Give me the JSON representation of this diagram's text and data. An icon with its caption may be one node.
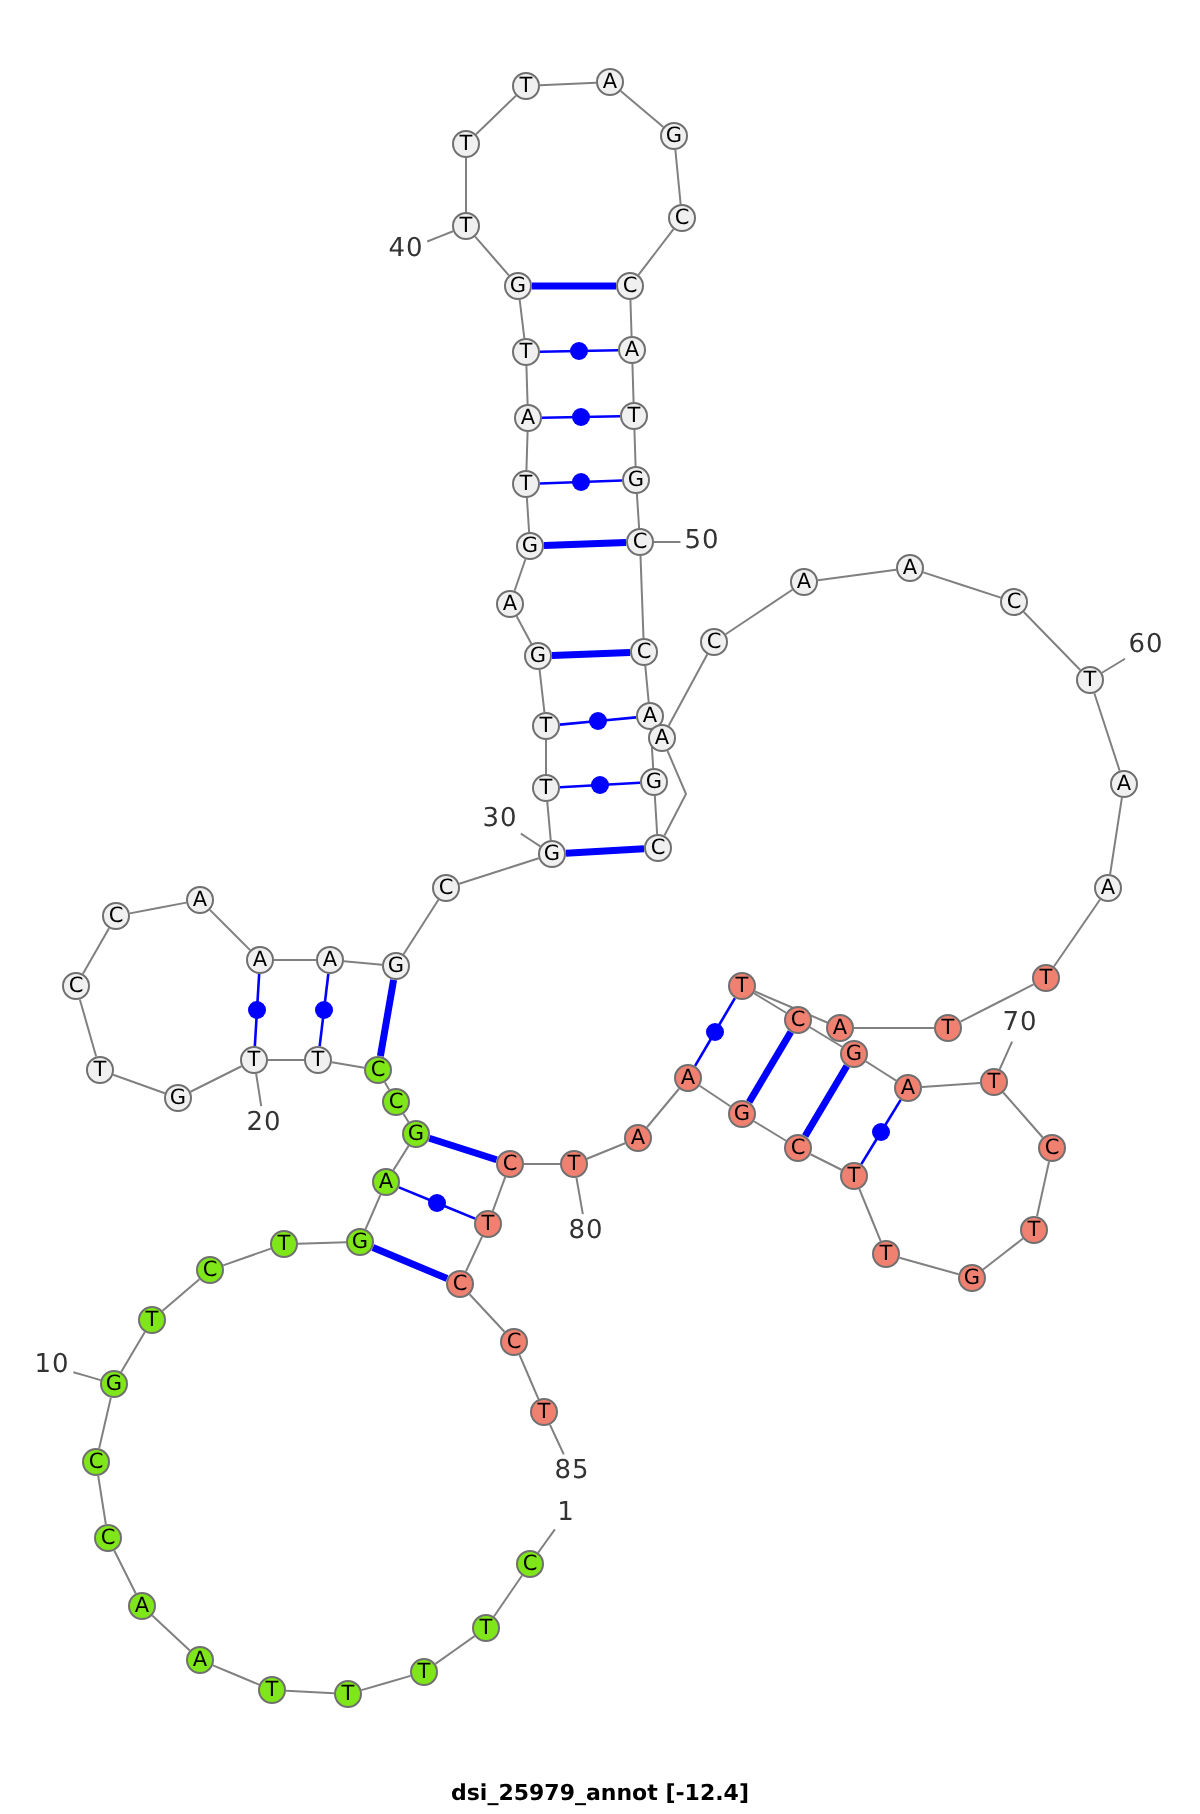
{
  "diagram": {
    "title": "dsi_25979_annot [-12.4]",
    "nodes": [
      {
        "text": [
          "C"
        ]
      },
      {
        "text": [
          "T"
        ]
      },
      {
        "text": [
          "T"
        ]
      },
      {
        "text": [
          "T"
        ]
      },
      {
        "text": [
          "T"
        ]
      },
      {
        "text": [
          "A"
        ]
      },
      {
        "text": [
          "A"
        ]
      },
      {
        "text": [
          "C"
        ]
      },
      {
        "text": [
          "C"
        ]
      },
      {
        "text": [
          "G"
        ]
      },
      {
        "text": [
          "T"
        ]
      },
      {
        "text": [
          "C"
        ]
      },
      {
        "text": [
          "T"
        ]
      },
      {
        "text": [
          "G"
        ]
      },
      {
        "text": [
          "A"
        ]
      },
      {
        "text": [
          "G"
        ]
      },
      {
        "text": [
          "C"
        ]
      },
      {
        "text": [
          "C"
        ]
      },
      {
        "text": [
          "T"
        ]
      },
      {
        "text": [
          "T"
        ]
      },
      {
        "text": [
          "G"
        ]
      },
      {
        "text": [
          "T"
        ]
      },
      {
        "text": [
          "C"
        ]
      },
      {
        "text": [
          "C"
        ]
      },
      {
        "text": [
          "A"
        ]
      },
      {
        "text": [
          "A"
        ]
      },
      {
        "text": [
          "A"
        ]
      },
      {
        "text": [
          "G"
        ]
      },
      {
        "text": [
          "C"
        ]
      },
      {
        "text": [
          "G"
        ]
      },
      {
        "text": [
          "T"
        ]
      },
      {
        "text": [
          "T"
        ]
      },
      {
        "text": [
          "G"
        ]
      },
      {
        "text": [
          "A"
        ]
      },
      {
        "text": [
          "G"
        ]
      },
      {
        "text": [
          "T"
        ]
      },
      {
        "text": [
          "A"
        ]
      },
      {
        "text": [
          "T"
        ]
      },
      {
        "text": [
          "G"
        ]
      },
      {
        "text": [
          "T"
        ]
      },
      {
        "text": [
          "T"
        ]
      },
      {
        "text": [
          "T"
        ]
      },
      {
        "text": [
          "A"
        ]
      },
      {
        "text": [
          "G"
        ]
      },
      {
        "text": [
          "C"
        ]
      },
      {
        "text": [
          "C"
        ]
      },
      {
        "text": [
          "A"
        ]
      },
      {
        "text": [
          "T"
        ]
      },
      {
        "text": [
          "G"
        ]
      },
      {
        "text": [
          "C"
        ]
      },
      {
        "text": [
          "C"
        ]
      },
      {
        "text": [
          "A"
        ]
      },
      {
        "text": [
          "G"
        ]
      },
      {
        "text": [
          "C"
        ]
      },
      {
        "text": [
          "A"
        ]
      },
      {
        "text": [
          "C"
        ]
      },
      {
        "text": [
          "A"
        ]
      },
      {
        "text": [
          "A"
        ]
      },
      {
        "text": [
          "C"
        ]
      },
      {
        "text": [
          "T"
        ]
      },
      {
        "text": [
          "A"
        ]
      },
      {
        "text": [
          "A"
        ]
      },
      {
        "text": [
          "T"
        ]
      },
      {
        "text": [
          "T"
        ]
      },
      {
        "text": [
          "A"
        ]
      },
      {
        "text": [
          "T"
        ]
      },
      {
        "text": [
          "C"
        ]
      },
      {
        "text": [
          "G"
        ]
      },
      {
        "text": [
          "A"
        ]
      },
      {
        "text": [
          "T"
        ]
      },
      {
        "text": [
          "C"
        ]
      },
      {
        "text": [
          "T"
        ]
      },
      {
        "text": [
          "G"
        ]
      },
      {
        "text": [
          "T"
        ]
      },
      {
        "text": [
          "T"
        ]
      },
      {
        "text": [
          "C"
        ]
      },
      {
        "text": [
          "G"
        ]
      },
      {
        "text": [
          "A"
        ]
      },
      {
        "text": [
          "A"
        ]
      },
      {
        "text": [
          "T"
        ]
      },
      {
        "text": [
          "C"
        ]
      },
      {
        "text": [
          "T"
        ]
      },
      {
        "text": [
          "C"
        ]
      },
      {
        "text": [
          "C"
        ]
      },
      {
        "text": [
          "T"
        ]
      },
      {
        "text": [
          "1"
        ]
      },
      {
        "text": [
          "10"
        ]
      },
      {
        "text": [
          "20"
        ]
      },
      {
        "text": [
          "30"
        ]
      },
      {
        "text": [
          "40"
        ]
      },
      {
        "text": [
          "50"
        ]
      },
      {
        "text": [
          "60"
        ]
      },
      {
        "text": [
          "70"
        ]
      },
      {
        "text": [
          "80"
        ]
      },
      {
        "text": [
          "85"
        ]
      }
    ],
    "edges": [
      {
        "from": 0,
        "to": 1,
        "arrow": "none"
      },
      {
        "from": 1,
        "to": 2,
        "arrow": "none"
      },
      {
        "from": 2,
        "to": 3,
        "arrow": "none"
      },
      {
        "from": 3,
        "to": 4,
        "arrow": "none"
      },
      {
        "from": 4,
        "to": 5,
        "arrow": "none"
      },
      {
        "from": 5,
        "to": 6,
        "arrow": "none"
      },
      {
        "from": 6,
        "to": 7,
        "arrow": "none"
      },
      {
        "from": 7,
        "to": 8,
        "arrow": "none"
      },
      {
        "from": 8,
        "to": 9,
        "arrow": "none"
      },
      {
        "from": 9,
        "to": 10,
        "arrow": "none"
      },
      {
        "from": 10,
        "to": 11,
        "arrow": "none"
      },
      {
        "from": 11,
        "to": 12,
        "arrow": "none"
      },
      {
        "from": 12,
        "to": 13,
        "arrow": "none"
      },
      {
        "from": 13,
        "to": 14,
        "arrow": "none"
      },
      {
        "from": 14,
        "to": 15,
        "arrow": "none"
      },
      {
        "from": 15,
        "to": 16,
        "arrow": "none"
      },
      {
        "from": 16,
        "to": 17,
        "arrow": "none"
      },
      {
        "from": 17,
        "to": 18,
        "arrow": "none"
      },
      {
        "from": 18,
        "to": 19,
        "arrow": "none"
      },
      {
        "from": 19,
        "to": 20,
        "arrow": "none"
      },
      {
        "from": 20,
        "to": 21,
        "arrow": "none"
      },
      {
        "from": 21,
        "to": 22,
        "arrow": "none"
      },
      {
        "from": 22,
        "to": 23,
        "arrow": "none"
      },
      {
        "from": 23,
        "to": 24,
        "arrow": "none"
      },
      {
        "from": 24,
        "to": 25,
        "arrow": "none"
      },
      {
        "from": 25,
        "to": 26,
        "arrow": "none"
      },
      {
        "from": 26,
        "to": 27,
        "arrow": "none"
      },
      {
        "from": 27,
        "to": 28,
        "arrow": "none"
      },
      {
        "from": 28,
        "to": 29,
        "arrow": "none"
      },
      {
        "from": 29,
        "to": 30,
        "arrow": "none"
      },
      {
        "from": 30,
        "to": 31,
        "arrow": "none"
      },
      {
        "from": 31,
        "to": 32,
        "arrow": "none"
      },
      {
        "from": 32,
        "to": 33,
        "arrow": "none"
      },
      {
        "from": 33,
        "to": 34,
        "arrow": "none"
      },
      {
        "from": 34,
        "to": 35,
        "arrow": "none"
      },
      {
        "from": 35,
        "to": 36,
        "arrow": "none"
      },
      {
        "from": 36,
        "to": 37,
        "arrow": "none"
      },
      {
        "from": 37,
        "to": 38,
        "arrow": "none"
      },
      {
        "from": 38,
        "to": 39,
        "arrow": "none"
      },
      {
        "from": 39,
        "to": 40,
        "arrow": "none"
      },
      {
        "from": 40,
        "to": 41,
        "arrow": "none"
      },
      {
        "from": 41,
        "to": 42,
        "arrow": "none"
      },
      {
        "from": 42,
        "to": 43,
        "arrow": "none"
      },
      {
        "from": 43,
        "to": 44,
        "arrow": "none"
      },
      {
        "from": 44,
        "to": 45,
        "arrow": "none"
      },
      {
        "from": 45,
        "to": 46,
        "arrow": "none"
      },
      {
        "from": 46,
        "to": 47,
        "arrow": "none"
      },
      {
        "from": 47,
        "to": 48,
        "arrow": "none"
      },
      {
        "from": 48,
        "to": 49,
        "arrow": "none"
      },
      {
        "from": 49,
        "to": 50,
        "arrow": "none"
      },
      {
        "from": 50,
        "to": 51,
        "arrow": "none"
      },
      {
        "from": 51,
        "to": 52,
        "arrow": "none"
      },
      {
        "from": 52,
        "to": 53,
        "arrow": "none"
      },
      {
        "from": 53,
        "to": 54,
        "arrow": "none"
      },
      {
        "from": 54,
        "to": 55,
        "arrow": "none"
      },
      {
        "from": 55,
        "to": 56,
        "arrow": "none"
      },
      {
        "from": 56,
        "to": 57,
        "arrow": "none"
      },
      {
        "from": 57,
        "to": 58,
        "arrow": "none"
      },
      {
        "from": 58,
        "to": 59,
        "arrow": "none"
      },
      {
        "from": 59,
        "to": 60,
        "arrow": "none"
      },
      {
        "from": 60,
        "to": 61,
        "arrow": "none"
      },
      {
        "from": 61,
        "to": 62,
        "arrow": "none"
      },
      {
        "from": 62,
        "to": 63,
        "arrow": "none"
      },
      {
        "from": 63,
        "to": 64,
        "arrow": "none"
      },
      {
        "from": 64,
        "to": 65,
        "arrow": "none"
      },
      {
        "from": 65,
        "to": 66,
        "arrow": "none"
      },
      {
        "from": 66,
        "to": 67,
        "arrow": "none"
      },
      {
        "from": 67,
        "to": 68,
        "arrow": "none"
      },
      {
        "from": 68,
        "to": 69,
        "arrow": "none"
      },
      {
        "from": 69,
        "to": 70,
        "arrow": "none"
      },
      {
        "from": 70,
        "to": 71,
        "arrow": "none"
      },
      {
        "from": 71,
        "to": 72,
        "arrow": "none"
      },
      {
        "from": 72,
        "to": 73,
        "arrow": "none"
      },
      {
        "from": 73,
        "to": 74,
        "arrow": "none"
      },
      {
        "from": 74,
        "to": 75,
        "arrow": "none"
      },
      {
        "from": 75,
        "to": 76,
        "arrow": "none"
      },
      {
        "from": 76,
        "to": 77,
        "arrow": "none"
      },
      {
        "from": 77,
        "to": 78,
        "arrow": "none"
      },
      {
        "from": 78,
        "to": 79,
        "arrow": "none"
      },
      {
        "from": 79,
        "to": 80,
        "arrow": "none"
      },
      {
        "from": 80,
        "to": 81,
        "arrow": "none"
      },
      {
        "from": 81,
        "to": 82,
        "arrow": "none"
      },
      {
        "from": 82,
        "to": 83,
        "arrow": "none"
      },
      {
        "from": 83,
        "to": 84,
        "arrow": "none"
      },
      {
        "from": 17,
        "to": 27,
        "arrow": "none",
        "style": "thick",
        "color": "#0000ff"
      },
      {
        "from": 18,
        "to": 26,
        "arrow": "none",
        "color": "#0000ff"
      },
      {
        "from": 19,
        "to": 25,
        "arrow": "none",
        "color": "#0000ff"
      },
      {
        "from": 29,
        "to": 53,
        "arrow": "none",
        "style": "thick",
        "color": "#0000ff"
      },
      {
        "from": 30,
        "to": 52,
        "arrow": "none",
        "color": "#0000ff"
      },
      {
        "from": 31,
        "to": 51,
        "arrow": "none",
        "color": "#0000ff"
      },
      {
        "from": 32,
        "to": 50,
        "arrow": "none",
        "style": "thick",
        "color": "#0000ff"
      },
      {
        "from": 34,
        "to": 49,
        "arrow": "none",
        "style": "thick",
        "color": "#0000ff"
      },
      {
        "from": 35,
        "to": 48,
        "arrow": "none",
        "color": "#0000ff"
      },
      {
        "from": 36,
        "to": 47,
        "arrow": "none",
        "color": "#0000ff"
      },
      {
        "from": 37,
        "to": 46,
        "arrow": "none",
        "color": "#0000ff"
      },
      {
        "from": 38,
        "to": 45,
        "arrow": "none",
        "style": "thick",
        "color": "#0000ff"
      },
      {
        "from": 15,
        "to": 80,
        "arrow": "none",
        "style": "thick",
        "color": "#0000ff"
      },
      {
        "from": 14,
        "to": 81,
        "arrow": "none",
        "color": "#0000ff"
      },
      {
        "from": 13,
        "to": 82,
        "arrow": "none",
        "style": "thick",
        "color": "#0000ff"
      },
      {
        "from": 65,
        "to": 77,
        "arrow": "none",
        "color": "#0000ff"
      },
      {
        "from": 66,
        "to": 76,
        "arrow": "none",
        "style": "thick",
        "color": "#0000ff"
      },
      {
        "from": 67,
        "to": 75,
        "arrow": "none",
        "style": "thick",
        "color": "#0000ff"
      },
      {
        "from": 68,
        "to": 74,
        "arrow": "none",
        "color": "#0000ff"
      },
      {
        "from": 85,
        "to": 0,
        "arrow": "none"
      },
      {
        "from": 86,
        "to": 9,
        "arrow": "none"
      },
      {
        "from": 87,
        "to": 19,
        "arrow": "none"
      },
      {
        "from": 88,
        "to": 29,
        "arrow": "none"
      },
      {
        "from": 89,
        "to": 39,
        "arrow": "none"
      },
      {
        "from": 90,
        "to": 49,
        "arrow": "none"
      },
      {
        "from": 91,
        "to": 59,
        "arrow": "none"
      },
      {
        "from": 92,
        "to": 69,
        "arrow": "none"
      },
      {
        "from": 93,
        "to": 79,
        "arrow": "none"
      },
      {
        "from": 94,
        "to": 84,
        "arrow": "none"
      }
    ]
  }
}
